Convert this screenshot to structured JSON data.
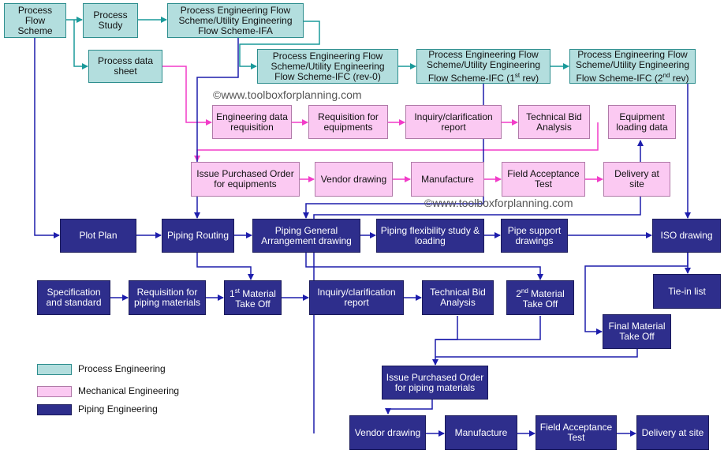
{
  "boxes": {
    "pfs": "Process Flow Scheme",
    "ps": "Process Study",
    "ifa": "Process Engineering Flow Scheme/Utility Engineering Flow Scheme-IFA",
    "pds": "Process data sheet",
    "ifc0": "Process Engineering Flow Scheme/Utility Engineering Flow Scheme-IFC (rev-0)",
    "ifc1_pre": "Process Engineering Flow Scheme/Utility Engineering Flow Scheme-IFC (1",
    "ifc1_sup": "st",
    "ifc1_post": " rev)",
    "ifc2_pre": "Process Engineering Flow Scheme/Utility Engineering Flow Scheme-IFC (2",
    "ifc2_sup": "nd",
    "ifc2_post": " rev)",
    "edr": "Engineering data requisition",
    "req_eq": "Requisition for equipments",
    "inq_m": "Inquiry/clarification report",
    "tba_m": "Technical Bid Analysis",
    "eld": "Equipment loading data",
    "ipo_eq": "Issue Purchased Order for equipments",
    "vd_m": "Vendor drawing",
    "mfg_m": "Manufacture",
    "fat_m": "Field Acceptance Test",
    "del_m": "Delivery at site",
    "plot": "Plot Plan",
    "route": "Piping Routing",
    "ga": "Piping General Arrangement drawing",
    "flex": "Piping flexibility study & loading",
    "support": "Pipe support drawings",
    "iso": "ISO drawing",
    "tiein": "Tie-in list",
    "spec": "Specification and standard",
    "req_pipe": "Requisition for piping materials",
    "mto1_sup": "st",
    "mto1_post": " Material Take Off",
    "inq_p": "Inquiry/clarification report",
    "tba_p": "Technical Bid Analysis",
    "mto2_sup": "nd",
    "mto2_post": " Material Take Off",
    "fmto": "Final Material Take Off",
    "ipo_pipe": "Issue Purchased Order for piping materials",
    "vd_p": "Vendor drawing",
    "mfg_p": "Manufacture",
    "fat_p": "Field Acceptance Test",
    "del_p": "Delivery at site"
  },
  "watermark": "©www.toolboxforplanning.com",
  "legend": {
    "process": "Process Engineering",
    "mechanical": "Mechanical Engineering",
    "piping": "Piping Engineering"
  },
  "colors": {
    "process_fill": "#b3dede",
    "mechanical_fill": "#fbc9f2",
    "piping_fill": "#2e2e8c",
    "process_line": "#1a9a9a",
    "mechanical_line": "#f23cc8",
    "piping_line": "#1d1dac"
  }
}
